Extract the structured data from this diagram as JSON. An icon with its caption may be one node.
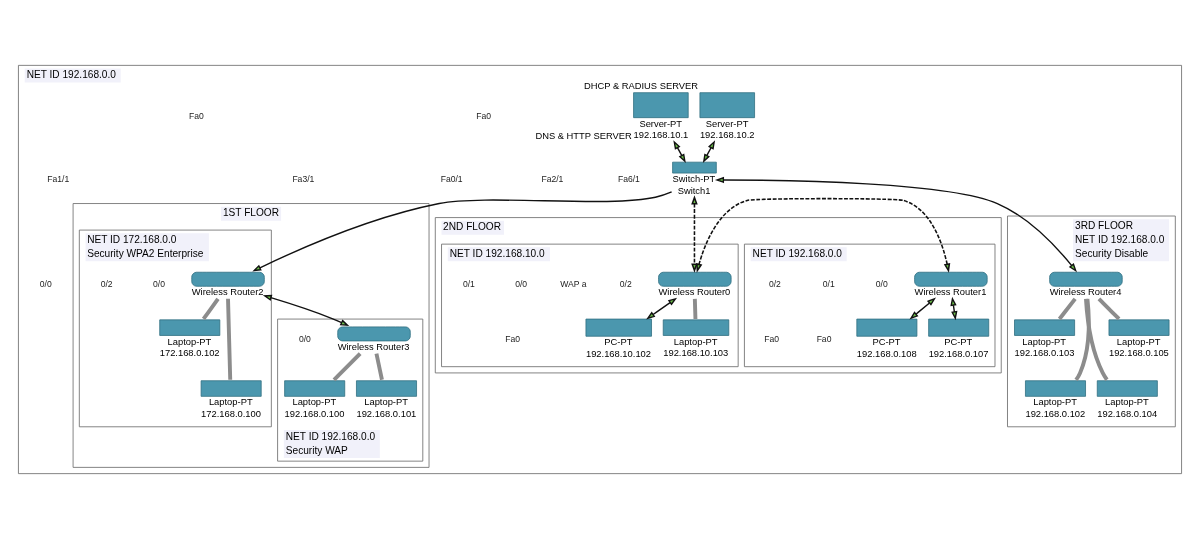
{
  "diagram": {
    "nodes": [
      {
        "text": [
          "NET ID 192.168.0.0"
        ]
      },
      {
        "text": [
          "Server-PT",
          "192.168.10.2"
        ],
        "in": 0,
        "beside": [
          "DHCP & RADIUS SERVER"
        ]
      },
      {
        "text": [
          "Switch-PT",
          "Switch1"
        ],
        "in": 0
      },
      {
        "text": [
          "1ST FLOOR"
        ],
        "in": 0
      },
      {
        "text": [
          "NET ID 172.168.0.0",
          "Security WPA2 Enterprise"
        ],
        "in": 3
      },
      {
        "text": [
          "Wireless Router2"
        ],
        "in": 4
      },
      {
        "text": [
          "Laptop-PT",
          "172.168.0.102"
        ],
        "in": 4
      },
      {
        "text": [
          "Laptop-PT",
          "172.168.0.100"
        ],
        "in": 4
      },
      {
        "text": [
          "NET ID 192.168.0.0",
          "Security WAP"
        ],
        "in": 3
      },
      {
        "text": [
          "Wireless Router3"
        ],
        "in": 8
      },
      {
        "text": [
          "Laptop-PT",
          "192.168.0.100"
        ],
        "in": 8
      },
      {
        "text": [
          "Laptop-PT",
          "192.168.0.101"
        ],
        "in": 8
      },
      {
        "text": [
          "Server-PT",
          "192.168.10.1"
        ],
        "in": 0,
        "beside": [
          "DNS & HTTP SERVER"
        ]
      },
      {
        "text": [
          "2ND FLOOR"
        ],
        "in": 0
      },
      {
        "text": [
          "NET ID 192.168.0.0"
        ],
        "in": 13
      },
      {
        "text": [
          "Wireless Router1"
        ],
        "in": 14
      },
      {
        "text": [
          "PC-PT",
          "192.168.0.108"
        ],
        "in": 14
      },
      {
        "text": [
          "PC-PT",
          "192.168.0.107"
        ],
        "in": 14
      },
      {
        "text": [
          "NET ID 192.168.10.0"
        ],
        "in": 13
      },
      {
        "text": [
          "Wireless Router0"
        ],
        "in": 18
      },
      {
        "text": [
          "PC-PT",
          "192.168.10.102"
        ],
        "in": 18
      },
      {
        "text": [
          "Laptop-PT",
          "192.168.10.103"
        ],
        "in": 18
      },
      {
        "text": [
          "3RD FLOOR",
          "NET ID 192.168.0.0",
          "Security Disable"
        ],
        "in": 0
      },
      {
        "text": [
          "Wireless Router4"
        ],
        "in": 22
      },
      {
        "text": [
          "Laptop-PT",
          "192.168.0.103"
        ],
        "in": 22
      },
      {
        "text": [
          "Laptop-PT",
          "192.168.0.102"
        ],
        "in": 22
      },
      {
        "text": [
          "Laptop-PT",
          "192.168.0.104"
        ],
        "in": 22
      },
      {
        "text": [
          "Laptop-PT",
          "192.168.0.105"
        ],
        "in": 22
      }
    ],
    "edges": [
      {
        "from": 1,
        "to": 2,
        "arrow": "both"
      },
      {
        "from": 12,
        "to": 2,
        "arrow": "both"
      },
      {
        "from": 2,
        "to": 5,
        "arrow": "to"
      },
      {
        "from": 5,
        "to": 9,
        "arrow": "both"
      },
      {
        "from": 5,
        "to": 6,
        "arrow": "none",
        "style": "thick",
        "color": "#8c8c8c"
      },
      {
        "from": 5,
        "to": 7,
        "arrow": "none",
        "style": "thick",
        "color": "#8c8c8c"
      },
      {
        "from": 9,
        "to": 10,
        "arrow": "none",
        "style": "thick",
        "color": "#8c8c8c"
      },
      {
        "from": 9,
        "to": 11,
        "arrow": "none",
        "style": "thick",
        "color": "#8c8c8c"
      },
      {
        "from": 2,
        "to": 19,
        "arrow": "both",
        "style": "dashed"
      },
      {
        "from": 2,
        "to": 23,
        "arrow": "both"
      },
      {
        "from": 15,
        "to": 19,
        "arrow": "both",
        "style": "dashed"
      },
      {
        "from": 15,
        "to": 16,
        "arrow": "both"
      },
      {
        "from": 15,
        "to": 17,
        "arrow": "both"
      },
      {
        "from": 19,
        "to": 20,
        "arrow": "both"
      },
      {
        "from": 19,
        "to": 21,
        "arrow": "none",
        "style": "thick",
        "color": "#8c8c8c"
      },
      {
        "from": 23,
        "to": 24,
        "arrow": "none",
        "style": "thick",
        "color": "#8c8c8c"
      },
      {
        "from": 23,
        "to": 25,
        "arrow": "none",
        "style": "thick",
        "color": "#8c8c8c"
      },
      {
        "from": 23,
        "to": 26,
        "arrow": "none",
        "style": "thick",
        "color": "#8c8c8c"
      },
      {
        "from": 23,
        "to": 27,
        "arrow": "none",
        "style": "thick",
        "color": "#8c8c8c"
      }
    ],
    "labels": [
      "Fa0",
      "0/0",
      "Fa6/1",
      "Fa2/1",
      "Fa0/1",
      "Fa3/1",
      "0/0",
      "0/2",
      "Fa1/1",
      "Fa0",
      "0/0",
      "0/2",
      "WAP a",
      "0/0",
      "0/0",
      "0/1",
      "0/1",
      "0/2",
      "Fa0",
      "Fa0",
      "Fa0"
    ]
  }
}
